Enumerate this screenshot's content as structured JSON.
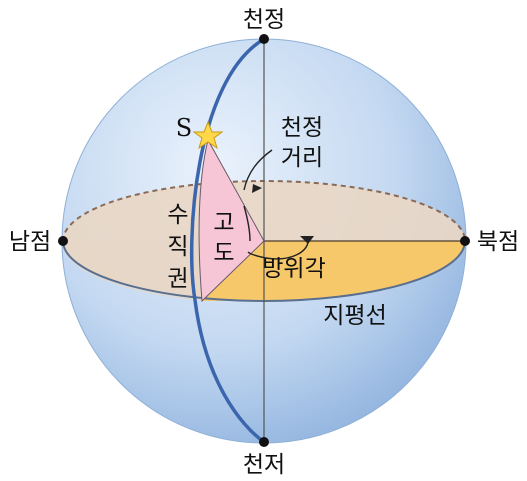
{
  "labels": {
    "zenith": "천정",
    "nadir": "천저",
    "south_point": "남점",
    "north_point": "북점",
    "star": "S",
    "zenith_distance_line1": "천정",
    "zenith_distance_line2": "거리",
    "vertical_circle_1": "수",
    "vertical_circle_2": "직",
    "vertical_circle_3": "권",
    "altitude_1": "고",
    "altitude_2": "도",
    "azimuth": "방위각",
    "horizon": "지평선"
  },
  "colors": {
    "sphere_light": "#e6f0fb",
    "sphere_dark": "#8fb2de",
    "horizon_back": "#e8d7c6",
    "horizon_front": "#f6c86a",
    "altitude_wedge": "#f6c6d6",
    "meridian": "#3b66ad",
    "star": "#ffd84a"
  }
}
